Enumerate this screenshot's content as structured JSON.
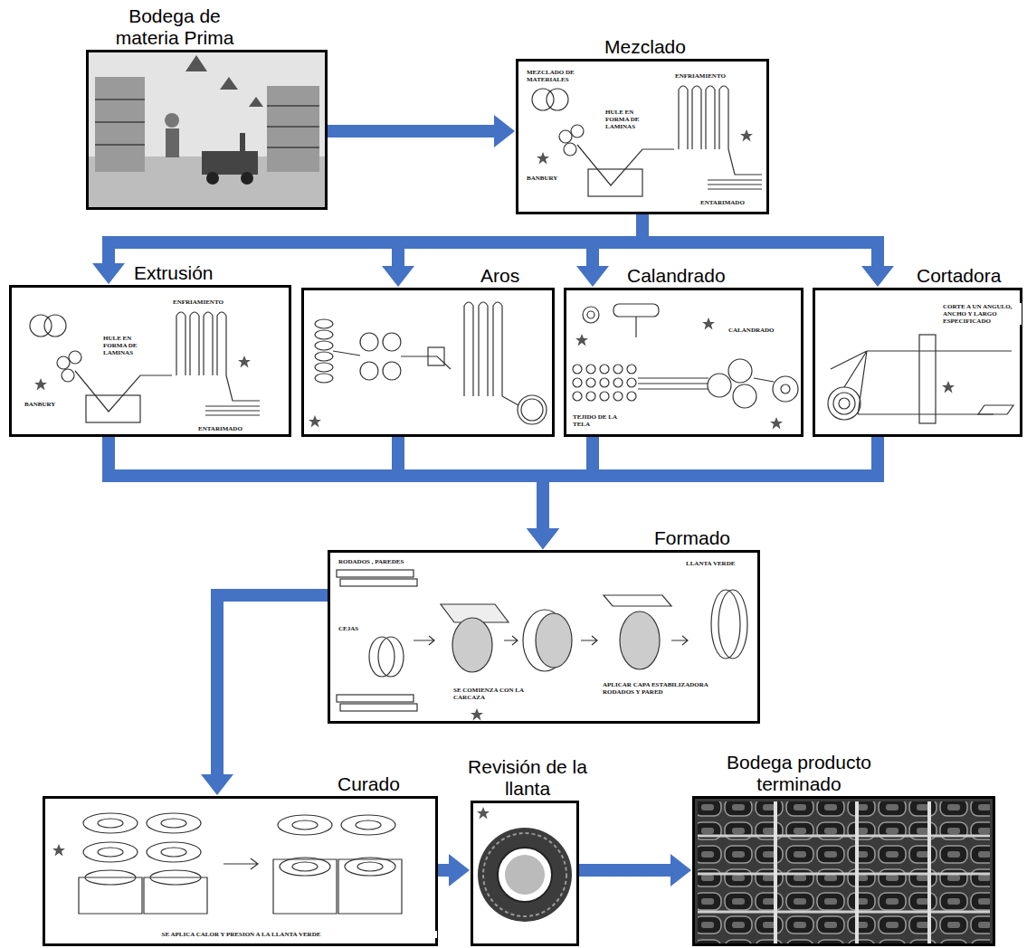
{
  "diagram": {
    "nodes": [
      {
        "text": [
          "Bodega de materia Prima"
        ]
      },
      {
        "text": [
          "Mezclado",
          "MEZCLADO DE MATERIALES",
          "HULE EN FORMA DE LAMINAS",
          "ENFRIAMIENTO",
          "BANBURY",
          "ENTARIMADO"
        ]
      },
      {
        "text": [
          "Extrusión",
          "HULE EN FORMA DE LAMINAS",
          "ENFRIAMIENTO",
          "BANBURY",
          "ENTARIMADO"
        ]
      },
      {
        "text": [
          "Aros"
        ]
      },
      {
        "text": [
          "Calandrado",
          "CALANDRADO",
          "TEJIDO DE LA TELA"
        ]
      },
      {
        "text": [
          "Cortadora",
          "CORTE A UN ANGULO, ANCHO Y LARGO ESPECIFICADO"
        ]
      },
      {
        "text": [
          "Formado",
          "RODADOS , PAREDES",
          "CEJAS",
          "SE COMIENZA CON LA CARCAZA",
          "APLICAR CAPA ESTABILIZADORA RODADOS Y PARED",
          "LLANTA VERDE"
        ]
      },
      {
        "text": [
          "Curado",
          "SE APLICA CALOR Y PRESION A LA LLANTA VERDE"
        ]
      },
      {
        "text": [
          "Revisión de la llanta"
        ]
      },
      {
        "text": [
          "Bodega producto terminado"
        ]
      }
    ],
    "edges": [
      {
        "from": 0,
        "to": 1,
        "arrow": "to"
      },
      {
        "from": 1,
        "to": 2,
        "arrow": "to"
      },
      {
        "from": 1,
        "to": 3,
        "arrow": "to"
      },
      {
        "from": 1,
        "to": 4,
        "arrow": "to"
      },
      {
        "from": 1,
        "to": 5,
        "arrow": "to"
      },
      {
        "from": 2,
        "to": 6,
        "arrow": "to"
      },
      {
        "from": 3,
        "to": 6,
        "arrow": "to"
      },
      {
        "from": 4,
        "to": 6,
        "arrow": "to"
      },
      {
        "from": 5,
        "to": 6,
        "arrow": "to"
      },
      {
        "from": 6,
        "to": 7,
        "arrow": "to"
      },
      {
        "from": 7,
        "to": 8,
        "arrow": "to"
      },
      {
        "from": 8,
        "to": 9,
        "arrow": "to"
      }
    ]
  }
}
